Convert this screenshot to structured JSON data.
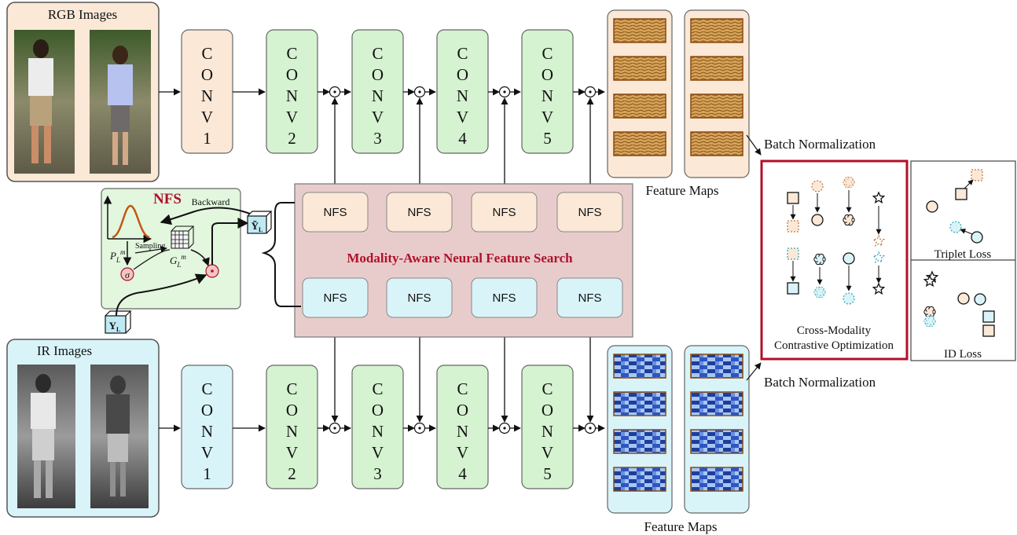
{
  "rgb_panel": {
    "title": "RGB Images"
  },
  "ir_panel": {
    "title": "IR Images"
  },
  "conv_blocks": [
    {
      "label": "CONV1"
    },
    {
      "label": "CONV2"
    },
    {
      "label": "CONV3"
    },
    {
      "label": "CONV4"
    },
    {
      "label": "CONV5"
    }
  ],
  "feature_maps_label": "Feature Maps",
  "batch_norm_label": "Batch Normalization",
  "nfs_box": {
    "title": "Modality-Aware Neural Feature Search",
    "unit_label": "NFS"
  },
  "nfs_detail": {
    "title": "NFS",
    "backward_label": "Backward",
    "sampling_label": "Sampling",
    "p_label": "P",
    "p_sub": "L",
    "p_sup": "m",
    "g_label": "G",
    "g_sub": "L",
    "g_sup": "m",
    "sigma": "σ",
    "y_label": "Y",
    "y_sub": "L",
    "ytilde_label": "Ỹ",
    "ytilde_sub": "L"
  },
  "contrastive": {
    "line1": "Cross-Modality",
    "line2": "Contrastive Optimization"
  },
  "triplet_loss_label": "Triplet Loss",
  "id_loss_label": "ID Loss",
  "colors": {
    "rgb_fill": "#fbe8d6",
    "ir_fill": "#d9f4f8",
    "conv_green": "#d5f2d1",
    "nfs_panel": "#e8cccc",
    "accent_red": "#b0102a",
    "dashed_orange": "#c07b4a",
    "dashed_cyan": "#3aa6bd"
  }
}
